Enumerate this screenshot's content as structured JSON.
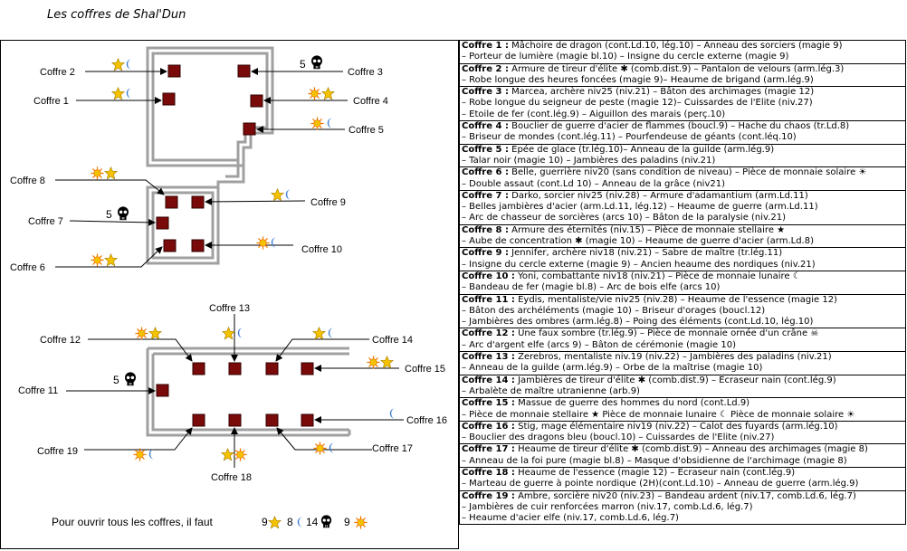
{
  "title": "Les coffres de Shal'Dun",
  "map": {
    "labels": {
      "c1": "Coffre 1",
      "c2": "Coffre 2",
      "c3": "Coffre 3",
      "c4": "Coffre 4",
      "c5": "Coffre 5",
      "c6": "Coffre 6",
      "c7": "Coffre 7",
      "c8": "Coffre 8",
      "c9": "Coffre 9",
      "c10": "Coffre 10",
      "c11": "Coffre 11",
      "c12": "Coffre 12",
      "c13": "Coffre 13",
      "c14": "Coffre 14",
      "c15": "Coffre 15",
      "c16": "Coffre 16",
      "c17": "Coffre 17",
      "c18": "Coffre 18",
      "c19": "Coffre 19"
    },
    "skull_count_a": "5",
    "skull_count_b": "5",
    "skull_count_c": "5",
    "requirement": {
      "text": "Pour ouvrir tous les coffres, il faut",
      "stars": "9",
      "moons": "8",
      "skulls": "14",
      "suns": "9"
    }
  },
  "colors": {
    "chest": "#7a0a0a",
    "wall": "#9a9a9a",
    "star": "#f5c200",
    "moon": "#3a7bd5",
    "sun": "#f07800"
  },
  "legend": [
    {
      "title": "Coffre 1 :",
      "lines": [
        "Mâchoire de dragon (cont.Ld.10, lég.10) – Anneau des sorciers (magie 9)",
        "– Porteur de lumière (magie bl.10) – Insigne du cercle externe (magie 9)"
      ]
    },
    {
      "title": "Coffre 2 :",
      "lines": [
        "Armure de tireur d'élite ✱ (comb.dist.9) – Pantalon de velours (arm.lég.3)",
        "– Robe longue des heures foncées (magie 9)– Heaume de brigand (arm.lég.9)"
      ]
    },
    {
      "title": "Coffre 3 :",
      "lines": [
        "Marcea, archère niv25 (niv.21) – Bâton des archimages (magie 12)",
        "– Robe longue du seigneur de peste (magie 12)– Cuissardes de l'Elite (niv.27)",
        "– Etoile de fer (cont.lég.9) – Aiguillon des marais (perç.10)"
      ]
    },
    {
      "title": "Coffre 4 :",
      "lines": [
        "Bouclier de guerre d'acier de flammes (boucl.9) – Hache du chaos (tr.Ld.8)",
        "– Briseur de mondes (cont.lég.11) – Pourfendeuse de géants (cont.léq.10)"
      ]
    },
    {
      "title": "Coffre 5 :",
      "lines": [
        "Epée de glace (tr.lég.10)– Anneau de la guilde (arm.lég.9)",
        "– Talar noir (magie 10) – Jambières des paladins (niv.21)"
      ]
    },
    {
      "title": "Coffre 6 :",
      "lines": [
        "Belle, guerrière niv20 (sans condition de niveau) – Pièce de monnaie solaire ☀",
        "– Double assaut (cont.Ld 10) – Anneau de la grâce (niv21)"
      ]
    },
    {
      "title": "Coffre 7 :",
      "lines": [
        "Darko, sorcier niv25 (niv.28) – Armure d'adamantium (arm.Ld.11)",
        "– Belles jambières d'acier (arm.Ld.11, lég.12) – Heaume de guerre (arm.Ld.11)",
        "– Arc de chasseur de sorcières (arcs 10) – Bâton de la paralysie (niv.21)"
      ]
    },
    {
      "title": "Coffre 8 :",
      "lines": [
        "Armure des éternités (niv.15) – Pièce de monnaie stellaire ★",
        "– Aube de concentration ✱ (magie 10) – Heaume de guerre d'acier (arm.Ld.8)"
      ]
    },
    {
      "title": "Coffre 9 :",
      "lines": [
        "Jennifer, archère niv18 (niv.21) – Sabre de maître (tr.lég.11)",
        "– Insigne du cercle externe (magie 9) – Ancien heaume des nordiques (niv.21)"
      ]
    },
    {
      "title": "Coffre 10 :",
      "lines": [
        "Yoni, combattante niv18 (niv.21) – Pièce de monnaie lunaire ☾",
        "– Bandeau de fer (magie bl.8) – Arc de bois elfe (arcs 10)"
      ]
    },
    {
      "title": "Coffre 11 :",
      "lines": [
        "Eydis, mentaliste/vie niv25 (niv.28) – Heaume de l'essence (magie 12)",
        "– Bâton des archéléments (magie 10) – Briseur d'orages (boucl.12)",
        "– Jambières des ombres (arm.lég.8) – Poing des éléments (cont.Ld.10, lég.10)"
      ]
    },
    {
      "title": "Coffre 12 :",
      "lines": [
        "Une faux sombre (tr.lég.9) – Pièce de monnaie ornée d'un crâne ☠",
        "– Arc d'argent elfe (arcs 9) – Bâton de cérémonie (magie 10)"
      ]
    },
    {
      "title": "Coffre 13 :",
      "lines": [
        "Zerebros, mentaliste niv.19 (niv.22) – Jambières des paladins (niv.21)",
        "– Anneau de la guilde (arm.lég.9) – Orbe de la maîtrise (magie 10)"
      ]
    },
    {
      "title": "Coffre 14 :",
      "lines": [
        "Jambières de tireur d'élite ✱ (comb.dist.9) – Ecraseur nain (cont.lég.9)",
        "– Arbalète de maître utranienne (arb.9)"
      ]
    },
    {
      "title": "Coffre 15 :",
      "lines": [
        "Massue de guerre des hommes du nord (cont.Ld.9)",
        "– Pièce de monnaie stellaire ★ Pièce de monnaie lunaire ☾ Pièce de monnaie solaire ☀"
      ]
    },
    {
      "title": "Coffre 16 :",
      "lines": [
        "Stig, mage élémentaire niv19 (niv.22) – Calot des fuyards (arm.lég.10)",
        "– Bouclier des dragons bleu (boucl.10) – Cuissardes de l'Elite (niv.27)"
      ]
    },
    {
      "title": "Coffre 17 :",
      "lines": [
        "Heaume de tireur d'élite ✱ (comb.dist.9) – Anneau des archimages (magie 8)",
        "– Anneau de la foi pure (magie bl.8) – Masque d'obsidienne de l'archimage (magie 8)"
      ]
    },
    {
      "title": "Coffre 18 :",
      "lines": [
        "Heaume de l'essence (magie 12) – Ecraseur nain (cont.lég.9)",
        "– Marteau de guerre à pointe nordique (2H)(cont.Ld.10) – Anneau de guerre (arm.lég.9)"
      ]
    },
    {
      "title": "Coffre 19 :",
      "lines": [
        "Ambre, sorcière niv20 (niv.23) – Bandeau ardent (niv.17, comb.Ld.6, lég.7)",
        "– Jambières de cuir renforcées marron (niv.17, comb.Ld.6, lég.7)",
        "– Heaume d'acier elfe (niv.17, comb.Ld.6, lég.7)"
      ]
    }
  ]
}
